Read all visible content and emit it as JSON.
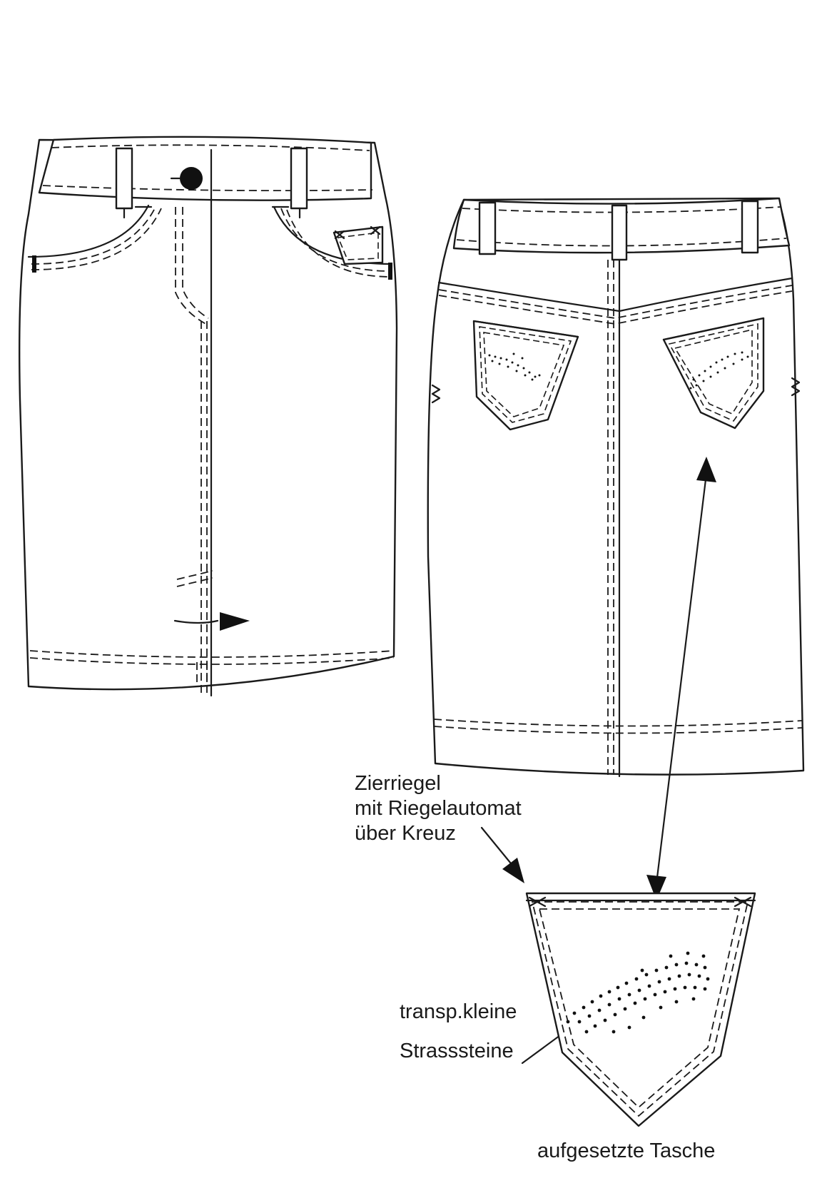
{
  "annotations": {
    "bartack_line1": "Zierriegel",
    "bartack_line2": "mit Riegelautomat",
    "bartack_line3": "über Kreuz",
    "rhinestone_line1": "transp.kleine",
    "rhinestone_line2": "Strasssteine",
    "patch_pocket": "aufgesetzte Tasche"
  }
}
